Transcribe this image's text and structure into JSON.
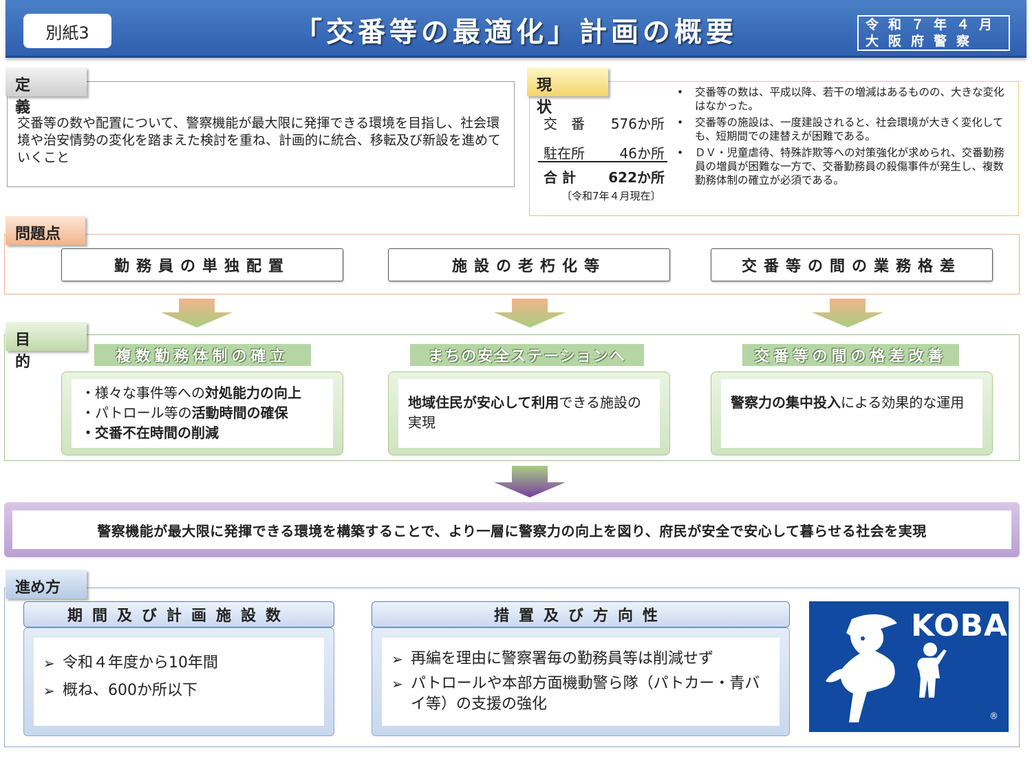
{
  "header": {
    "attachment": "別紙3",
    "title": "「交番等の最適化」計画の概要",
    "date_line1": "令和７年４月",
    "date_line2": "大阪府警察"
  },
  "definition": {
    "label": "定 義",
    "text": "交番等の数や配置について、警察機能が最大限に発揮できる環境を目指し、社会環境や治安情勢の変化を踏まえた検討を重ね、計画的に統合、移転及び新設を進めていくこと"
  },
  "status": {
    "label": "現 状",
    "koban_label": "交　番",
    "koban_value": "576か所",
    "chuzaisho_label": "駐在所",
    "chuzaisho_value": "46か所",
    "total_label": "合 計",
    "total_value": "622か所",
    "as_of": "〔令和7年４月現在〕",
    "bullets": [
      "交番等の数は、平成以降、若干の増減はあるものの、大きな変化はなかった。",
      "交番等の施設は、一度建設されると、社会環境が大きく変化しても、短期間での建替えが困難である。",
      "ＤＶ・児童虐待、特殊詐欺等への対策強化が求められ、交番勤務員の増員が困難な一方で、交番勤務員の殺傷事件が発生し、複数勤務体制の確立が必須である。"
    ]
  },
  "problems": {
    "label": "問題点",
    "items": [
      "勤務員の単独配置",
      "施設の老朽化等",
      "交番等の間の業務格差"
    ]
  },
  "purpose": {
    "label": "目 的",
    "goals": [
      {
        "heading": "複数勤務体制の確立",
        "line1_pre": "・様々な事件等への",
        "line1_bold": "対処能力の向上",
        "line2_pre": "・パトロール等の",
        "line2_bold": "活動時間の確保",
        "line3_bold": "・交番不在時間の削減"
      },
      {
        "heading": "まちの安全ステーションへ",
        "bold": "地域住民が安心して利用",
        "rest": "できる施設の実現"
      },
      {
        "heading": "交番等の間の格差改善",
        "bold": "警察力の集中投入",
        "rest": "による効果的な運用"
      }
    ]
  },
  "result": "警察機能が最大限に発揮できる環境を構築することで、より一層に警察力の向上を図り、府民が安全で安心して暮らせる社会を実現",
  "approach": {
    "label": "進め方",
    "period_heading": "期間及び計画施設数",
    "period_items": [
      "令和４年度から10年間",
      "概ね、600か所以下"
    ],
    "measures_heading": "措置及び方向性",
    "measures_items": [
      "再編を理由に警察署毎の勤務員等は削減せず",
      "パトロールや本部方面機動警ら隊（パトカー・青バイ等）の支援の強化"
    ],
    "logo_text": "KOBAN",
    "logo_mark": "®"
  },
  "colors": {
    "header_blue": "#2f5faf",
    "koban_blue": "#114aa0",
    "problem_orange": "#f1b48c",
    "purpose_green": "#bfd9a7",
    "result_purple": "#bba0d4"
  }
}
